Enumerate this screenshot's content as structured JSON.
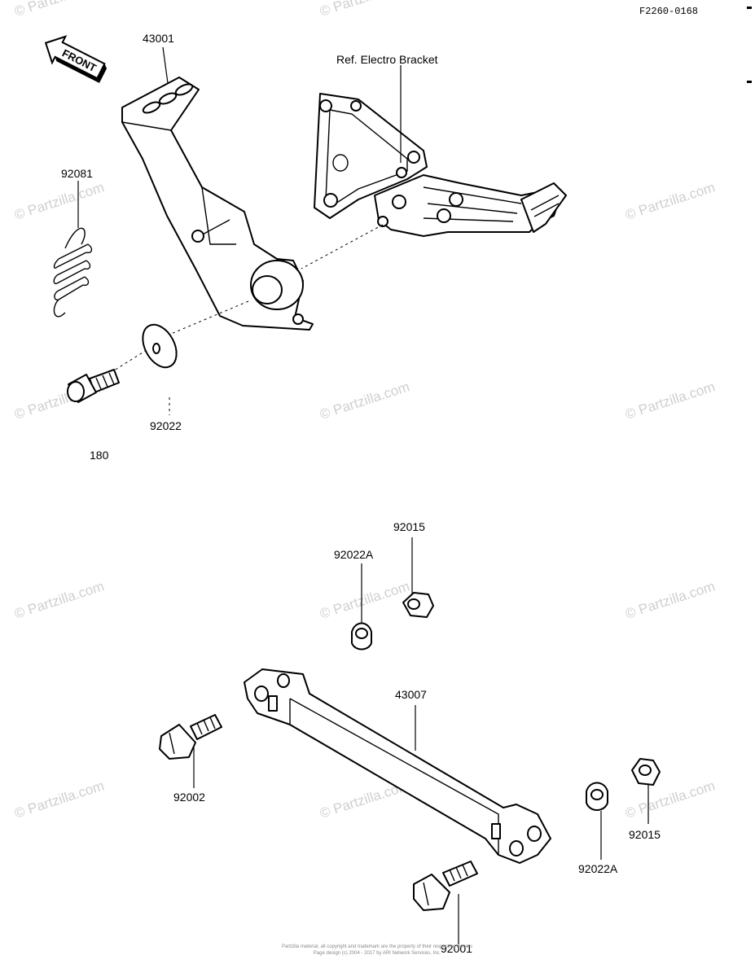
{
  "diagram_code": "F2260-0168",
  "front_label": "FRONT",
  "reference_label": "Ref. Electro  Bracket",
  "callouts": {
    "p43001": "43001",
    "p92081": "92081",
    "p92022": "92022",
    "p180": "180",
    "p92015_top": "92015",
    "p92022A_top": "92022A",
    "p43007": "43007",
    "p92002": "92002",
    "p92022A_bottom": "92022A",
    "p92015_bottom": "92015",
    "p92001": "92001"
  },
  "watermark_text": "© Partzilla.com",
  "footer": {
    "line1": "Partzilla material, all copyright and trademark are the property of their respective owners",
    "line2": "Page design (c) 2004 - 2017 by ARI Network Services, Inc."
  }
}
